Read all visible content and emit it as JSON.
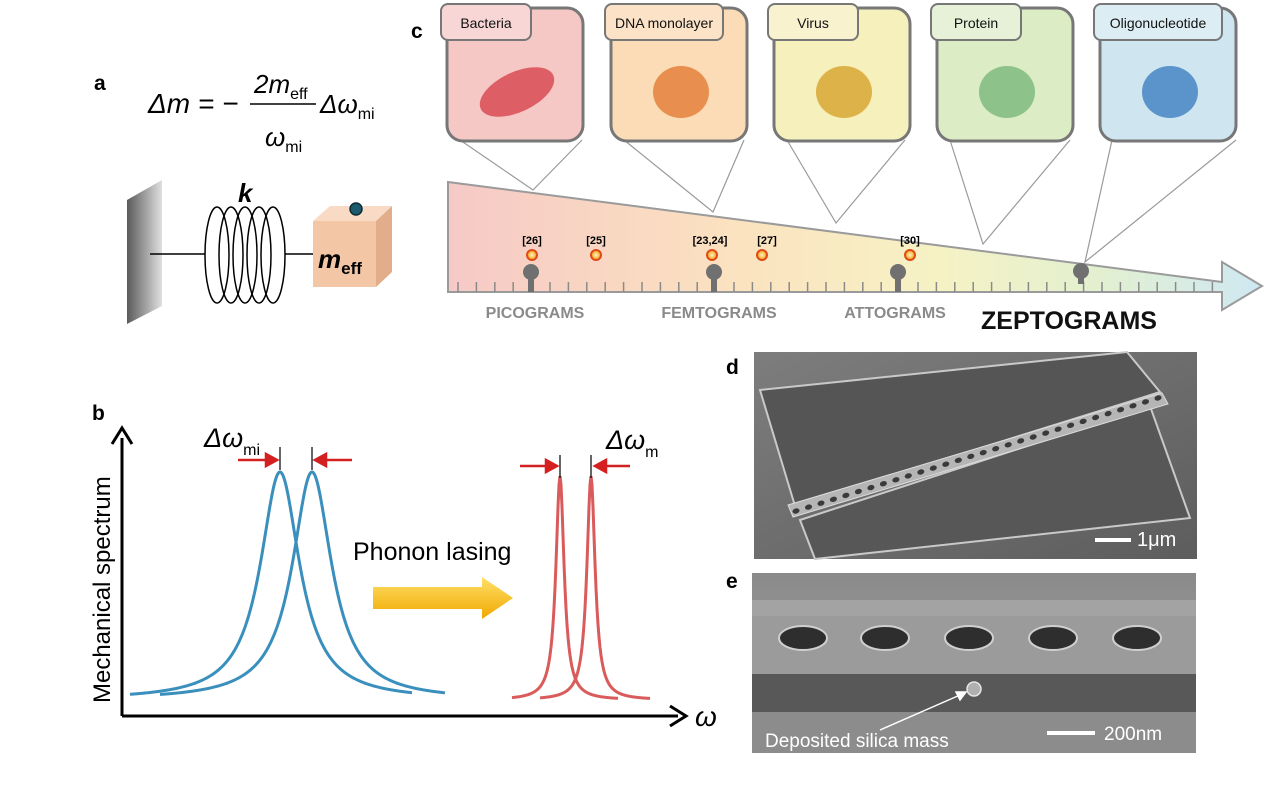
{
  "panels": {
    "a": {
      "label": "a",
      "equation": {
        "lhs": "Δm = −",
        "num_coef": "2m",
        "num_sub": "eff",
        "den": "ω",
        "den_sub": "mi",
        "rhs": "Δω",
        "rhs_sub": "mi"
      },
      "spring_label": "k",
      "mass_label": "m",
      "mass_sub": "eff"
    },
    "b": {
      "label": "b",
      "y_axis_label": "Mechanical spectrum",
      "x_axis_label": "ω",
      "delta_left": "Δω",
      "delta_left_sub": "mi",
      "delta_right": "Δω",
      "delta_right_sub": "m",
      "arrow_text": "Phonon lasing"
    },
    "c": {
      "label": "c",
      "samples": [
        "Bacteria",
        "DNA monolayer",
        "Virus",
        "Protein",
        "Oligonucleotide"
      ],
      "refs": [
        "[26]",
        "[25]",
        "[23,24]",
        "[27]",
        "[30]"
      ],
      "scale_labels": [
        "PICOGRAMS",
        "FEMTOGRAMS",
        "ATTOGRAMS"
      ],
      "scale_highlight": "ZEPTOGRAMS"
    },
    "d": {
      "label": "d",
      "scale_bar": "1μm"
    },
    "e": {
      "label": "e",
      "scale_bar": "200nm",
      "annotation": "Deposited silica mass"
    }
  },
  "colors": {
    "lorentz_blue": "#3a8fbd",
    "lorentz_red": "#d95b5b",
    "arrow_red": "#d42020",
    "phonon_arrow": "#f5b800",
    "mass_block": "#f3c6a6",
    "sem_gray": "#6a6a6a"
  }
}
